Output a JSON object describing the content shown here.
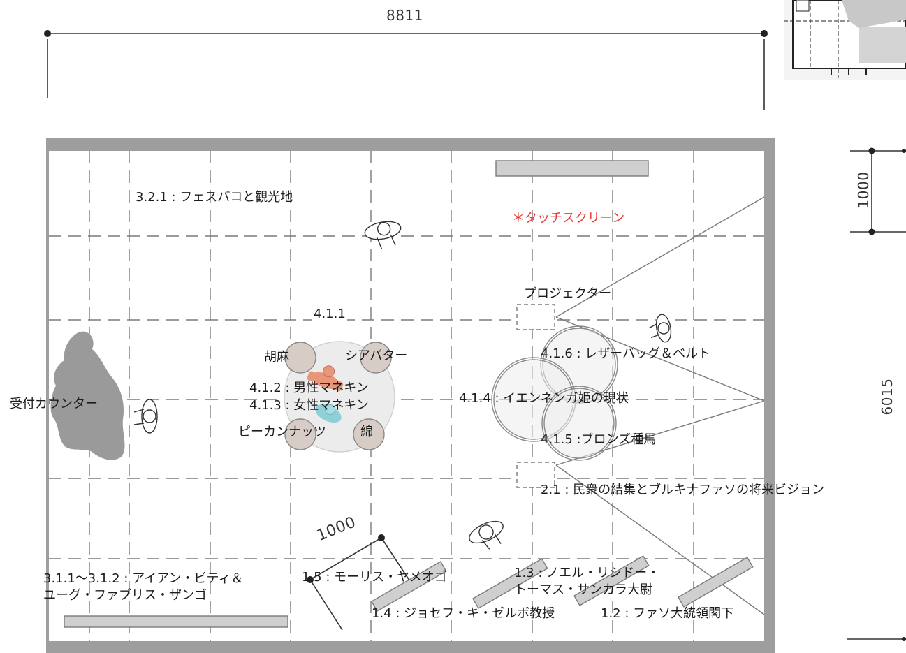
{
  "dimensions": {
    "width_top": "8811",
    "right_small": "1000",
    "height_right": "6015",
    "diagonal": "1000"
  },
  "labels": {
    "touchscreen": "＊タッチスクリーン",
    "tourism": "3.2.1 : フェスパコと観光地",
    "projector": "プロジェクター",
    "sec_411": "4.1.1",
    "sesame": "胡麻",
    "shea": "シアバター",
    "male": "4.1.2 : 男性マネキン",
    "female": "4.1.3 : 女性マネキン",
    "pecan": "ピーカンナッツ",
    "cotton": "綿",
    "leather": "4.1.6 : レザーバッグ＆ベルト",
    "princess": "4.1.4 : イエンネンガ姫の現状",
    "bronze": "4.1.5 :ブロンズ種馬",
    "reception": "受付カウンター",
    "vision": "2.1 : 民衆の結集とブルキナファソの将来ビジョン",
    "maurice": "1.5 : モーリス・ヤメオゴ",
    "noel_1": "1.3 : ノエル・リシドー・",
    "noel_2": "トーマス・サンカラ大尉",
    "joseph": "1.4 : ジョセフ・キ・ゼルボ教授",
    "president": "1.2 : ファソ大統領閣下",
    "iron_1": "3.1.1〜3.1.2 : アイアン・ビティ＆",
    "iron_2": "ユーグ・ファブリス・ザンゴ"
  },
  "colors": {
    "wall": "#9e9e9e",
    "grid": "#7a7a7a",
    "reception_fill": "#9a9a9a",
    "circle_fill": "#ececec",
    "circle_stroke": "#8a8a8a",
    "small_circle_fill": "#d8cdc6",
    "mannequin_male": "#e8967a",
    "mannequin_female": "#8fd0d6",
    "panel_fill": "#cfcfcf",
    "touchscreen_text": "#e53935"
  }
}
